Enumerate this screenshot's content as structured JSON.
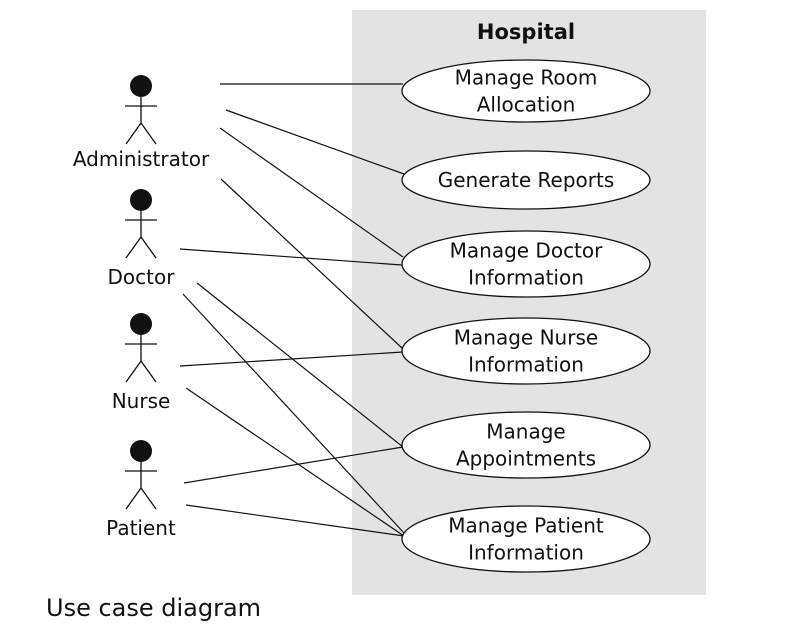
{
  "system": {
    "title": "Hospital",
    "background": "#e3e3e3"
  },
  "actors": [
    {
      "id": "administrator",
      "label": "Administrator"
    },
    {
      "id": "doctor",
      "label": "Doctor"
    },
    {
      "id": "nurse",
      "label": "Nurse"
    },
    {
      "id": "patient",
      "label": "Patient"
    }
  ],
  "use_cases": [
    {
      "id": "room",
      "lines": [
        "Manage Room",
        "Allocation"
      ]
    },
    {
      "id": "reports",
      "lines": [
        "Generate Reports"
      ]
    },
    {
      "id": "doctor_info",
      "lines": [
        "Manage Doctor",
        "Information"
      ]
    },
    {
      "id": "nurse_info",
      "lines": [
        "Manage Nurse",
        "Information"
      ]
    },
    {
      "id": "appointments",
      "lines": [
        "Manage",
        "Appointments"
      ]
    },
    {
      "id": "patient_info",
      "lines": [
        "Manage Patient",
        "Information"
      ]
    }
  ],
  "associations": [
    [
      "administrator",
      "room"
    ],
    [
      "administrator",
      "reports"
    ],
    [
      "administrator",
      "doctor_info"
    ],
    [
      "administrator",
      "nurse_info"
    ],
    [
      "doctor",
      "doctor_info"
    ],
    [
      "doctor",
      "appointments"
    ],
    [
      "doctor",
      "patient_info"
    ],
    [
      "nurse",
      "nurse_info"
    ],
    [
      "nurse",
      "patient_info"
    ],
    [
      "patient",
      "appointments"
    ],
    [
      "patient",
      "patient_info"
    ]
  ],
  "caption": "Use case diagram"
}
